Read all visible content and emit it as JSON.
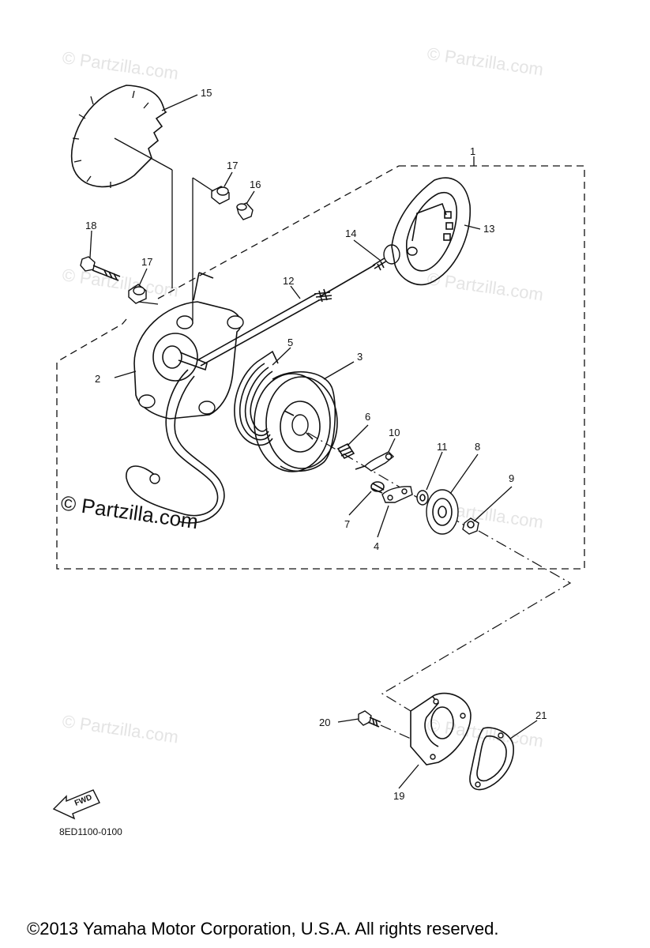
{
  "watermarks": {
    "text": "© Partzilla.com",
    "main": "© Partzilla.com"
  },
  "callouts": {
    "c1": "1",
    "c2": "2",
    "c3": "3",
    "c4": "4",
    "c5": "5",
    "c6": "6",
    "c7": "7",
    "c8": "8",
    "c9": "9",
    "c10": "10",
    "c11": "11",
    "c12": "12",
    "c13": "13",
    "c14": "14",
    "c15": "15",
    "c16": "16",
    "c17a": "17",
    "c17b": "17",
    "c18": "18",
    "c19": "19",
    "c20": "20",
    "c21": "21"
  },
  "fwd_label": "FWD",
  "diagram_code": "8ED1100-0100",
  "copyright": "©2013  Yamaha Motor Corporation, U.S.A. All rights reserved."
}
